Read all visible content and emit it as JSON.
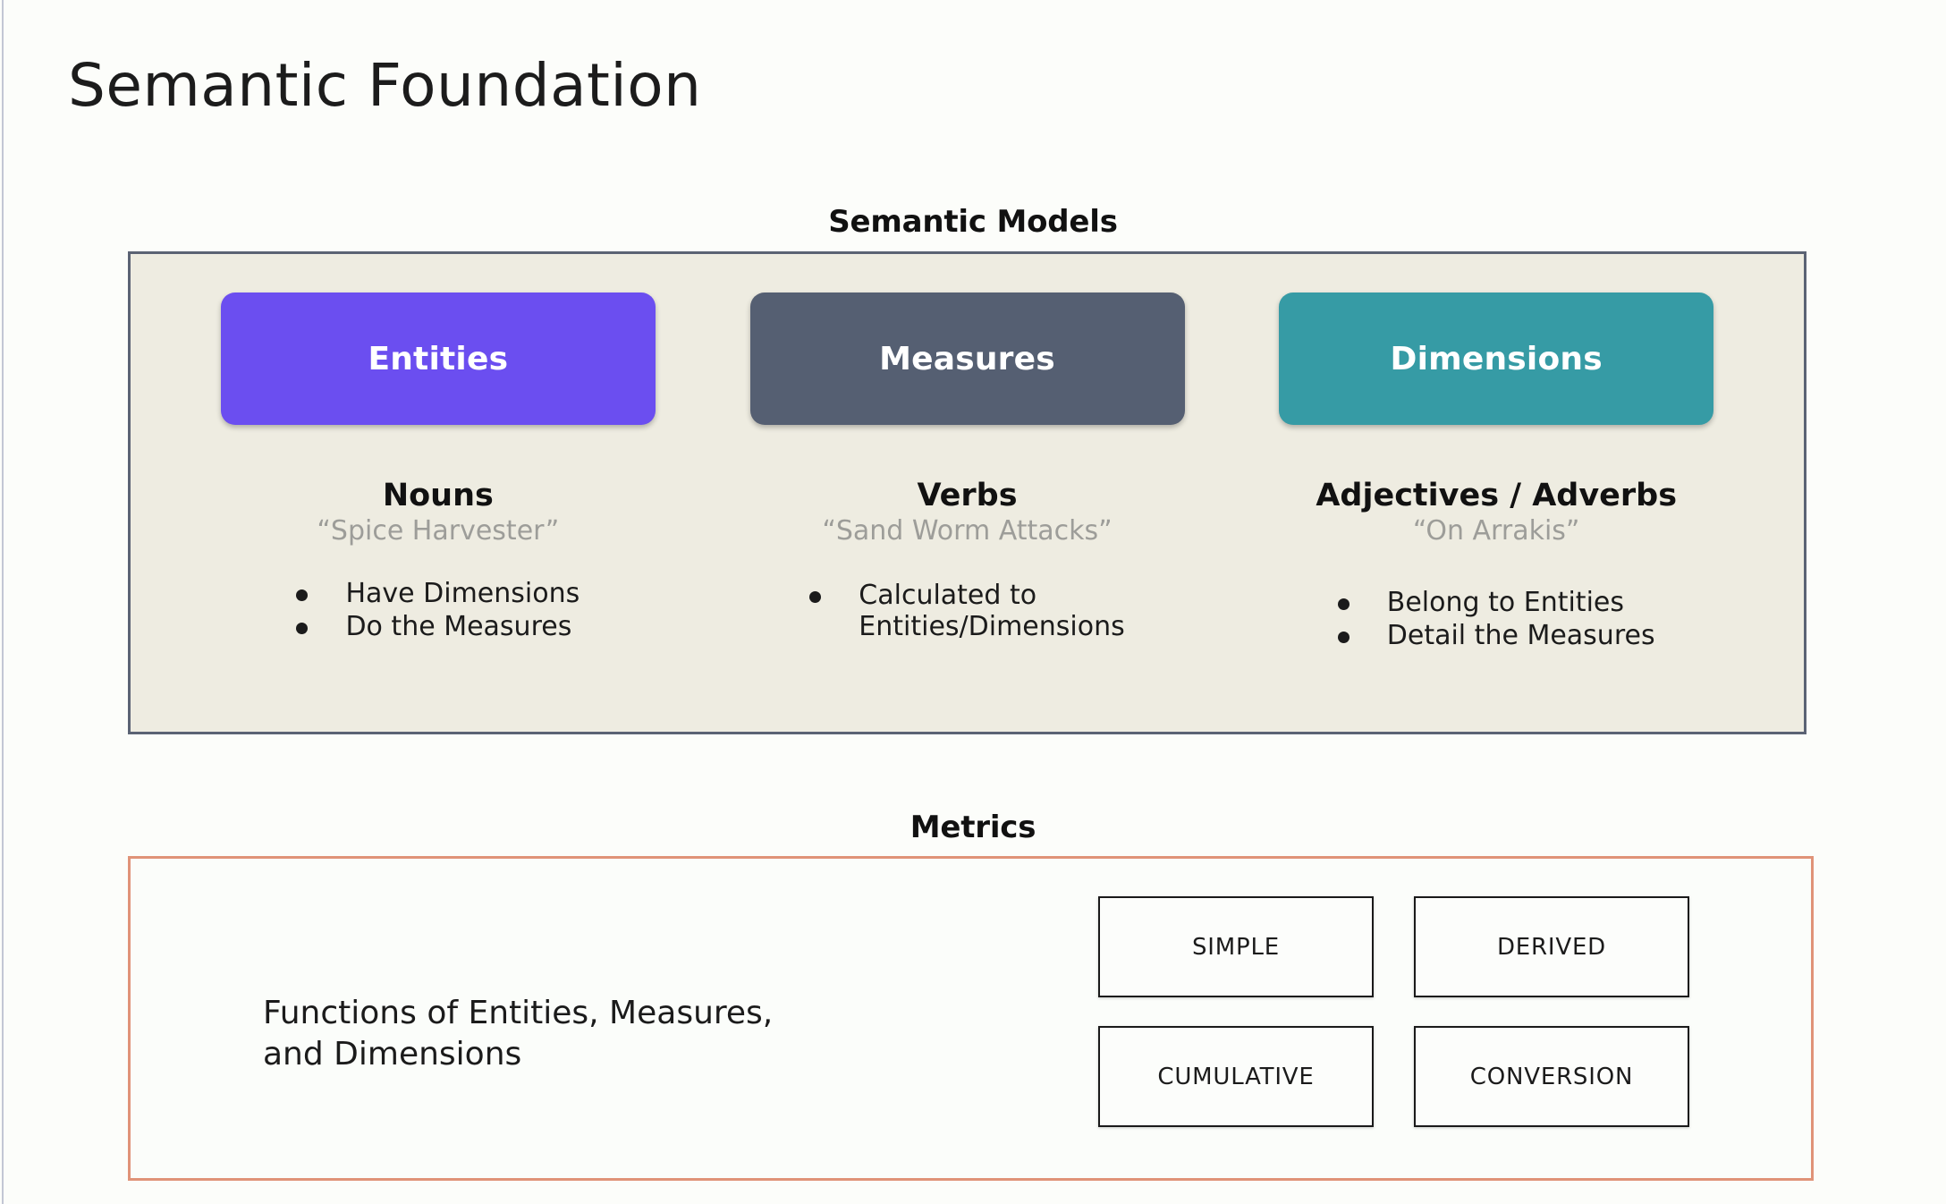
{
  "page": {
    "title": "Semantic Foundation",
    "background_color": "#fcfdfa"
  },
  "semantic_models": {
    "heading": "Semantic Models",
    "panel_background": "#eeece1",
    "panel_border_color": "#5b6374",
    "columns": [
      {
        "chip_label": "Entities",
        "chip_color": "#6b4ef0",
        "part_of_speech": "Nouns",
        "example": "“Spice Harvester”",
        "bullets": [
          "Have Dimensions",
          "Do the Measures"
        ]
      },
      {
        "chip_label": "Measures",
        "chip_color": "#555f72",
        "part_of_speech": "Verbs",
        "example": "“Sand Worm Attacks”",
        "bullets": [
          "Calculated to\nEntities/Dimensions"
        ]
      },
      {
        "chip_label": "Dimensions",
        "chip_color": "#369ba5",
        "part_of_speech": "Adjectives / Adverbs",
        "example": "“On Arrakis”",
        "bullets": [
          "Belong to Entities",
          "Detail the Measures"
        ]
      }
    ]
  },
  "metrics": {
    "heading": "Metrics",
    "panel_border_color": "#e09378",
    "description": "Functions of Entities, Measures,\nand Dimensions",
    "types": [
      "SIMPLE",
      "DERIVED",
      "CUMULATIVE",
      "CONVERSION"
    ]
  }
}
